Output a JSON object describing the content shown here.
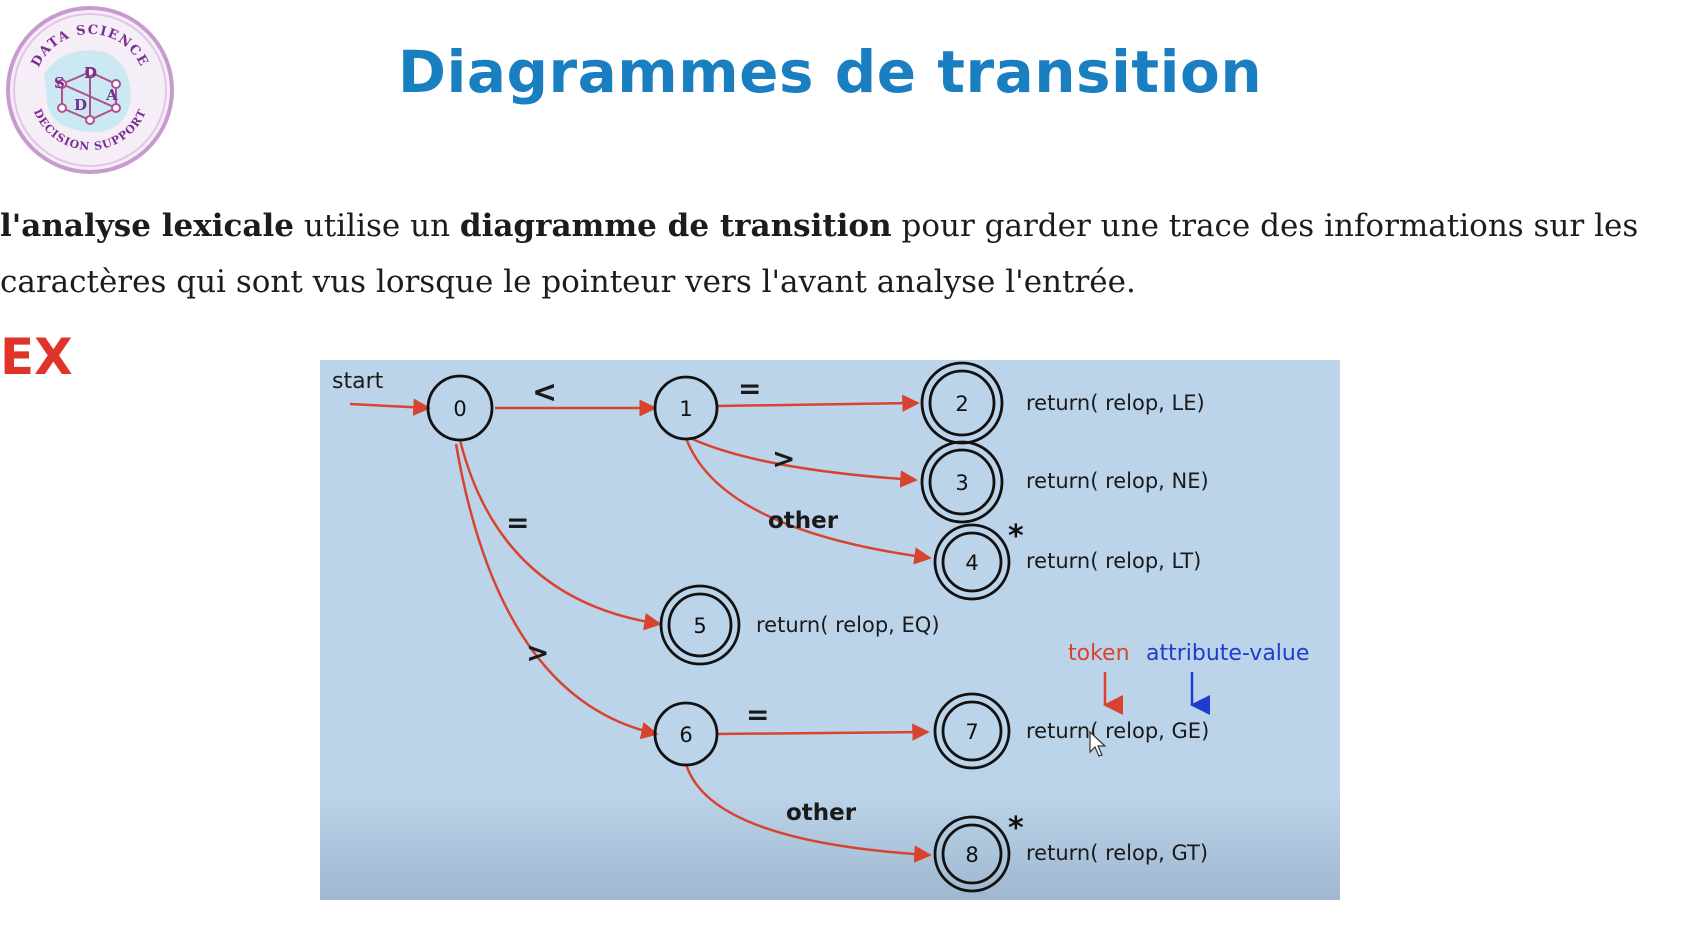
{
  "header": {
    "title": "Diagrammes de transition",
    "logo_text_top": "DATA SCIENCE",
    "logo_text_bottom": "DECISION SUPPORT",
    "logo_letters": [
      "S",
      "D",
      "D",
      "A"
    ]
  },
  "intro": {
    "part1_bold": "l'analyse lexicale",
    "part2": " utilise un ",
    "part3_bold": "diagramme de transition",
    "part4": " pour garder une trace des informations sur les caractères qui sont vus lorsque le pointeur vers l'avant analyse l'entrée."
  },
  "example_label": "EX",
  "diagram": {
    "start_label": "start",
    "states": [
      "0",
      "1",
      "2",
      "3",
      "4",
      "5",
      "6",
      "7",
      "8"
    ],
    "edge_labels": {
      "e01": "<",
      "e12": "=",
      "e13": ">",
      "e14": "other",
      "e05": "=",
      "e06": ">",
      "e67": "=",
      "e68": "other"
    },
    "star_4": "*",
    "star_8": "*",
    "returns": {
      "r2": "return( relop, LE)",
      "r3": "return( relop, NE)",
      "r4": "return( relop, LT)",
      "r5": "return( relop, EQ)",
      "r7": "return( relop, GE)",
      "r8": "return( relop, GT)"
    },
    "legend_token": "token",
    "legend_attr": "attribute-value",
    "colors": {
      "background": "#bcd4ea",
      "edge": "#d8432f",
      "token": "#d8432f",
      "attribute": "#1f3bd0"
    }
  }
}
